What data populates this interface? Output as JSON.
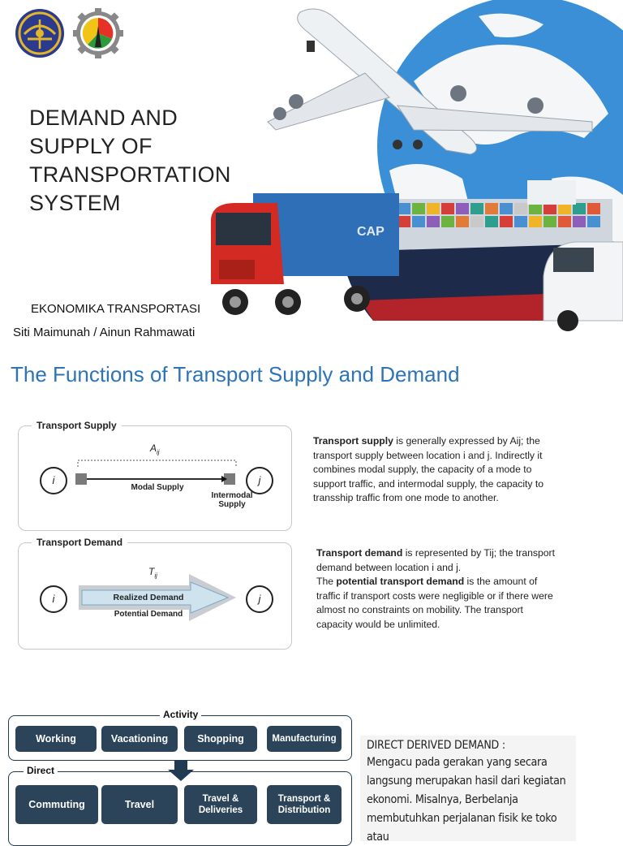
{
  "slide1": {
    "title_lines": [
      "DEMAND AND",
      "SUPPLY OF",
      "TRANSPORTATION",
      "SYSTEM"
    ],
    "course": "EKONOMIKA TRANSPORTASI",
    "authors": "Siti Maimunah / Ainun Rahmawati",
    "hero_text": "CAP"
  },
  "slide2": {
    "heading": "The Functions of Transport Supply and Demand",
    "supply_panel": {
      "label": "Transport Supply",
      "node_i": "i",
      "node_j": "j",
      "a_label": "A",
      "a_sub": "ij",
      "modal": "Modal Supply",
      "intermodal_1": "Intermodal",
      "intermodal_2": "Supply"
    },
    "demand_panel": {
      "label": "Transport Demand",
      "node_i": "i",
      "node_j": "j",
      "t_label": "T",
      "t_sub": "ij",
      "realized": "Realized Demand",
      "potential": "Potential Demand"
    },
    "supply_text": {
      "bold": "Transport supply",
      "rest": " is generally expressed by Aij; the transport supply between location i and j. Indirectly it combines modal supply, the capacity of a mode to support traffic, and intermodal supply, the capacity to transship traffic from one mode to another."
    },
    "demand_text": {
      "bold1": "Transport demand",
      "rest1": " is represented by Tij; the transport demand between location i and j.",
      "pre2": "The ",
      "bold2": "potential transport demand",
      "rest2": " is the amount of traffic if transport costs were negligible or if there were almost no constraints on mobility. The transport capacity would be unlimited."
    },
    "activity": {
      "label": "Activity",
      "items": [
        "Working",
        "Vacationing",
        "Shopping",
        "Manufacturing"
      ]
    },
    "direct": {
      "label": "Direct",
      "items": [
        "Commuting",
        "Travel",
        "Travel &\nDeliveries",
        "Transport &\nDistribution"
      ]
    },
    "derived": {
      "title": "DIRECT DERIVED DEMAND :",
      "body": "Mengacu pada gerakan yang secara langsung merupakan hasil dari kegiatan ekonomi. Misalnya, Berbelanja membutuhkan perjalanan fisik ke toko atau"
    }
  },
  "colors": {
    "heading_blue": "#2e74b5",
    "button_dark": "#2b4459",
    "truck_red": "#d42a24",
    "container_blue": "#2f6fb8",
    "ship_navy": "#1d2a4a"
  }
}
